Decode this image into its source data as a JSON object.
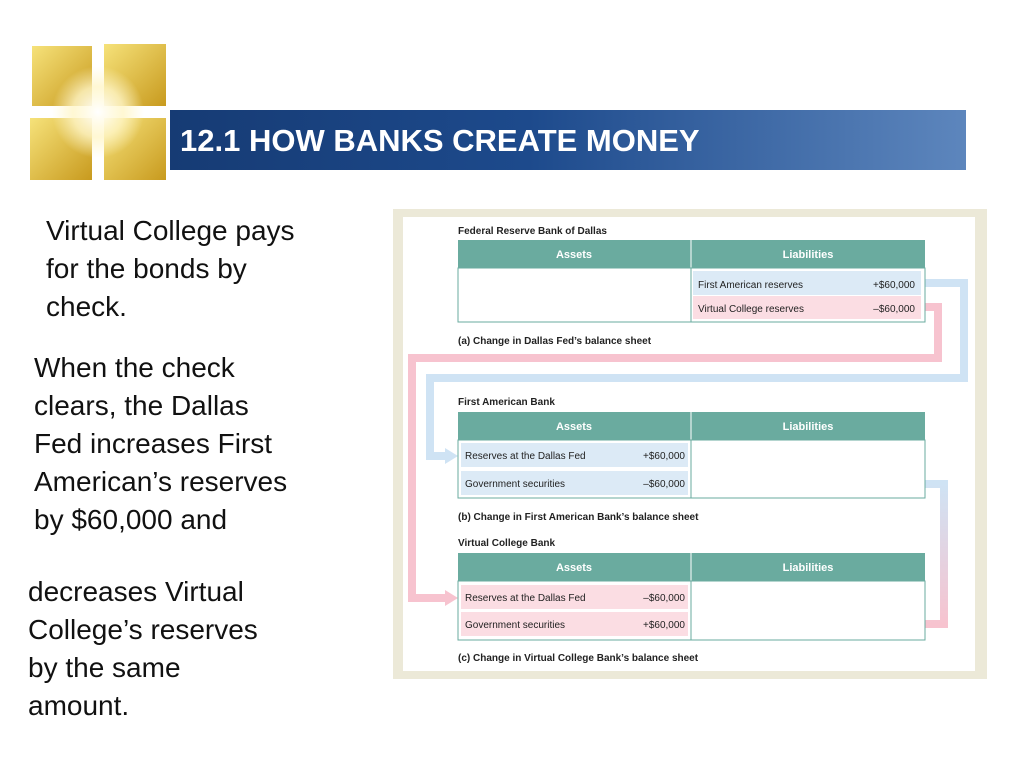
{
  "slide": {
    "title": "12.1 HOW BANKS CREATE MONEY",
    "paragraphs": [
      [
        "Virtual College pays",
        "for the bonds by",
        "check."
      ],
      [
        "When the check",
        "clears, the Dallas",
        "Fed increases First",
        "American’s reserves",
        "by $60,000 and"
      ],
      [
        "decreases Virtual",
        "College’s reserves",
        "by the same",
        "amount."
      ]
    ]
  },
  "diagram": {
    "colors": {
      "header_teal": "#6aab9f",
      "blue_highlight": "#dceaf6",
      "pink_highlight": "#fbdde3",
      "blue_arrow": "#cfe3f4",
      "pink_arrow": "#f7c3cf",
      "frame": "#ece9d8"
    },
    "sheets": [
      {
        "name": "Federal Reserve Bank of Dallas",
        "assets_header": "Assets",
        "liabilities_header": "Liabilities",
        "caption": "(a) Change in Dallas Fed’s balance sheet",
        "assets_rows": [],
        "liabilities_rows": [
          {
            "label": "First American reserves",
            "value": "+$60,000",
            "highlight": "blue"
          },
          {
            "label": "Virtual College reserves",
            "value": "–$60,000",
            "highlight": "pink"
          }
        ]
      },
      {
        "name": "First American Bank",
        "assets_header": "Assets",
        "liabilities_header": "Liabilities",
        "caption": "(b) Change in First American Bank’s balance sheet",
        "assets_rows": [
          {
            "label": "Reserves at the Dallas Fed",
            "value": "+$60,000",
            "highlight": "blue"
          },
          {
            "label": "Government securities",
            "value": "–$60,000",
            "highlight": "blue"
          }
        ],
        "liabilities_rows": []
      },
      {
        "name": "Virtual College Bank",
        "assets_header": "Assets",
        "liabilities_header": "Liabilities",
        "caption": "(c) Change in Virtual College Bank’s balance sheet",
        "assets_rows": [
          {
            "label": "Reserves at the Dallas Fed",
            "value": "–$60,000",
            "highlight": "pink"
          },
          {
            "label": "Government securities",
            "value": "+$60,000",
            "highlight": "pink"
          }
        ],
        "liabilities_rows": []
      }
    ]
  }
}
